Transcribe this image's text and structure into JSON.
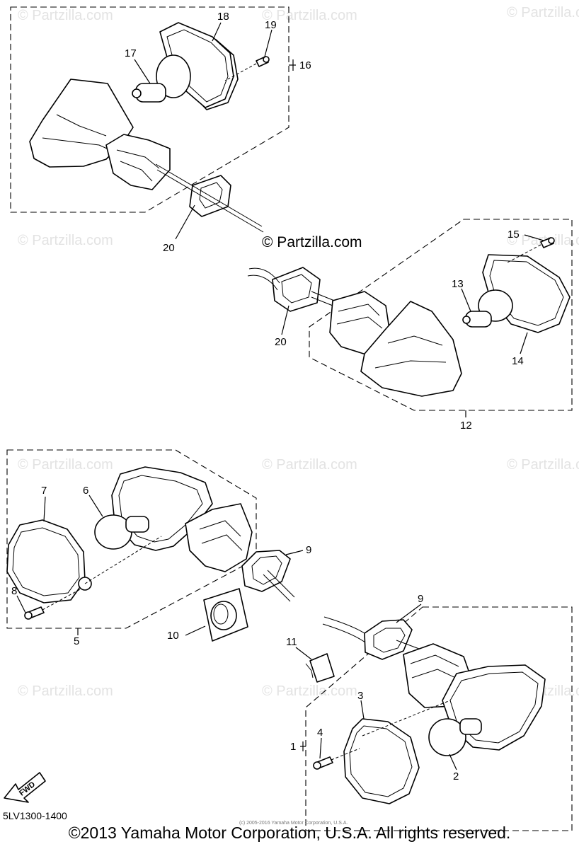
{
  "watermark": "© Partzilla.com",
  "site_mark": "© Partzilla.com",
  "diagram_code": "5LV1300-1400",
  "fwd_label": "FWD",
  "copyright": "©2013 Yamaha Motor Corporation, U.S.A. All rights reserved.",
  "small_notice": "(c) 2005-2016 Yamaha Motor Corporation, U.S.A.",
  "callouts": {
    "p1": "1",
    "p2": "2",
    "p3": "3",
    "p4": "4",
    "p5": "5",
    "p6": "6",
    "p7": "7",
    "p8": "8",
    "p9a": "9",
    "p9b": "9",
    "p10": "10",
    "p11": "11",
    "p12": "12",
    "p13": "13",
    "p14": "14",
    "p15": "15",
    "p16": "16",
    "p17": "17",
    "p18": "18",
    "p19": "19",
    "p20a": "20",
    "p20b": "20"
  }
}
